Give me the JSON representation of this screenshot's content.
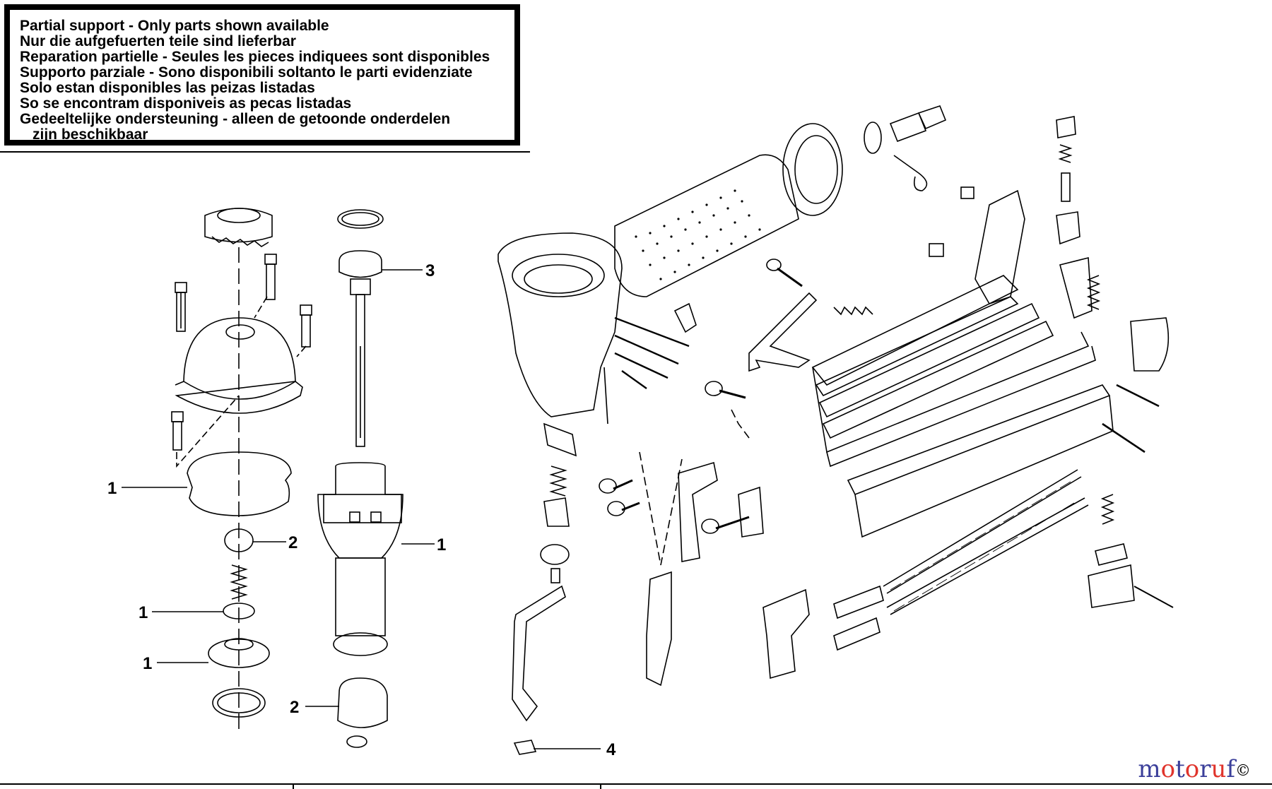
{
  "notice": {
    "lines": [
      "Partial support - Only parts shown available",
      "Nur die aufgefuerten teile sind lieferbar",
      "Reparation partielle - Seules les pieces indiquees sont disponibles",
      "Supporto parziale - Sono disponibili soltanto le parti evidenziate",
      "Solo estan disponibles las peizas listadas",
      "So se encontram disponiveis as pecas listadas",
      "Gedeeltelijke ondersteuning - alleen de getoonde onderdelen",
      "zijn beschikbaar"
    ]
  },
  "callouts": {
    "c1": "3",
    "c2": "1",
    "c3": "2",
    "c4": "1",
    "c5": "1",
    "c6": "1",
    "c7": "2",
    "c8": "4"
  },
  "watermark": {
    "text": "motoruf",
    "letters": [
      "m",
      "o",
      "t",
      "o",
      "r",
      "u",
      "f"
    ],
    "colors": [
      "#3b3f9a",
      "#e0342c",
      "#3b3f9a",
      "#e0342c",
      "#3b3f9a",
      "#e0342c",
      "#3b3f9a"
    ],
    "symbol": "©"
  }
}
